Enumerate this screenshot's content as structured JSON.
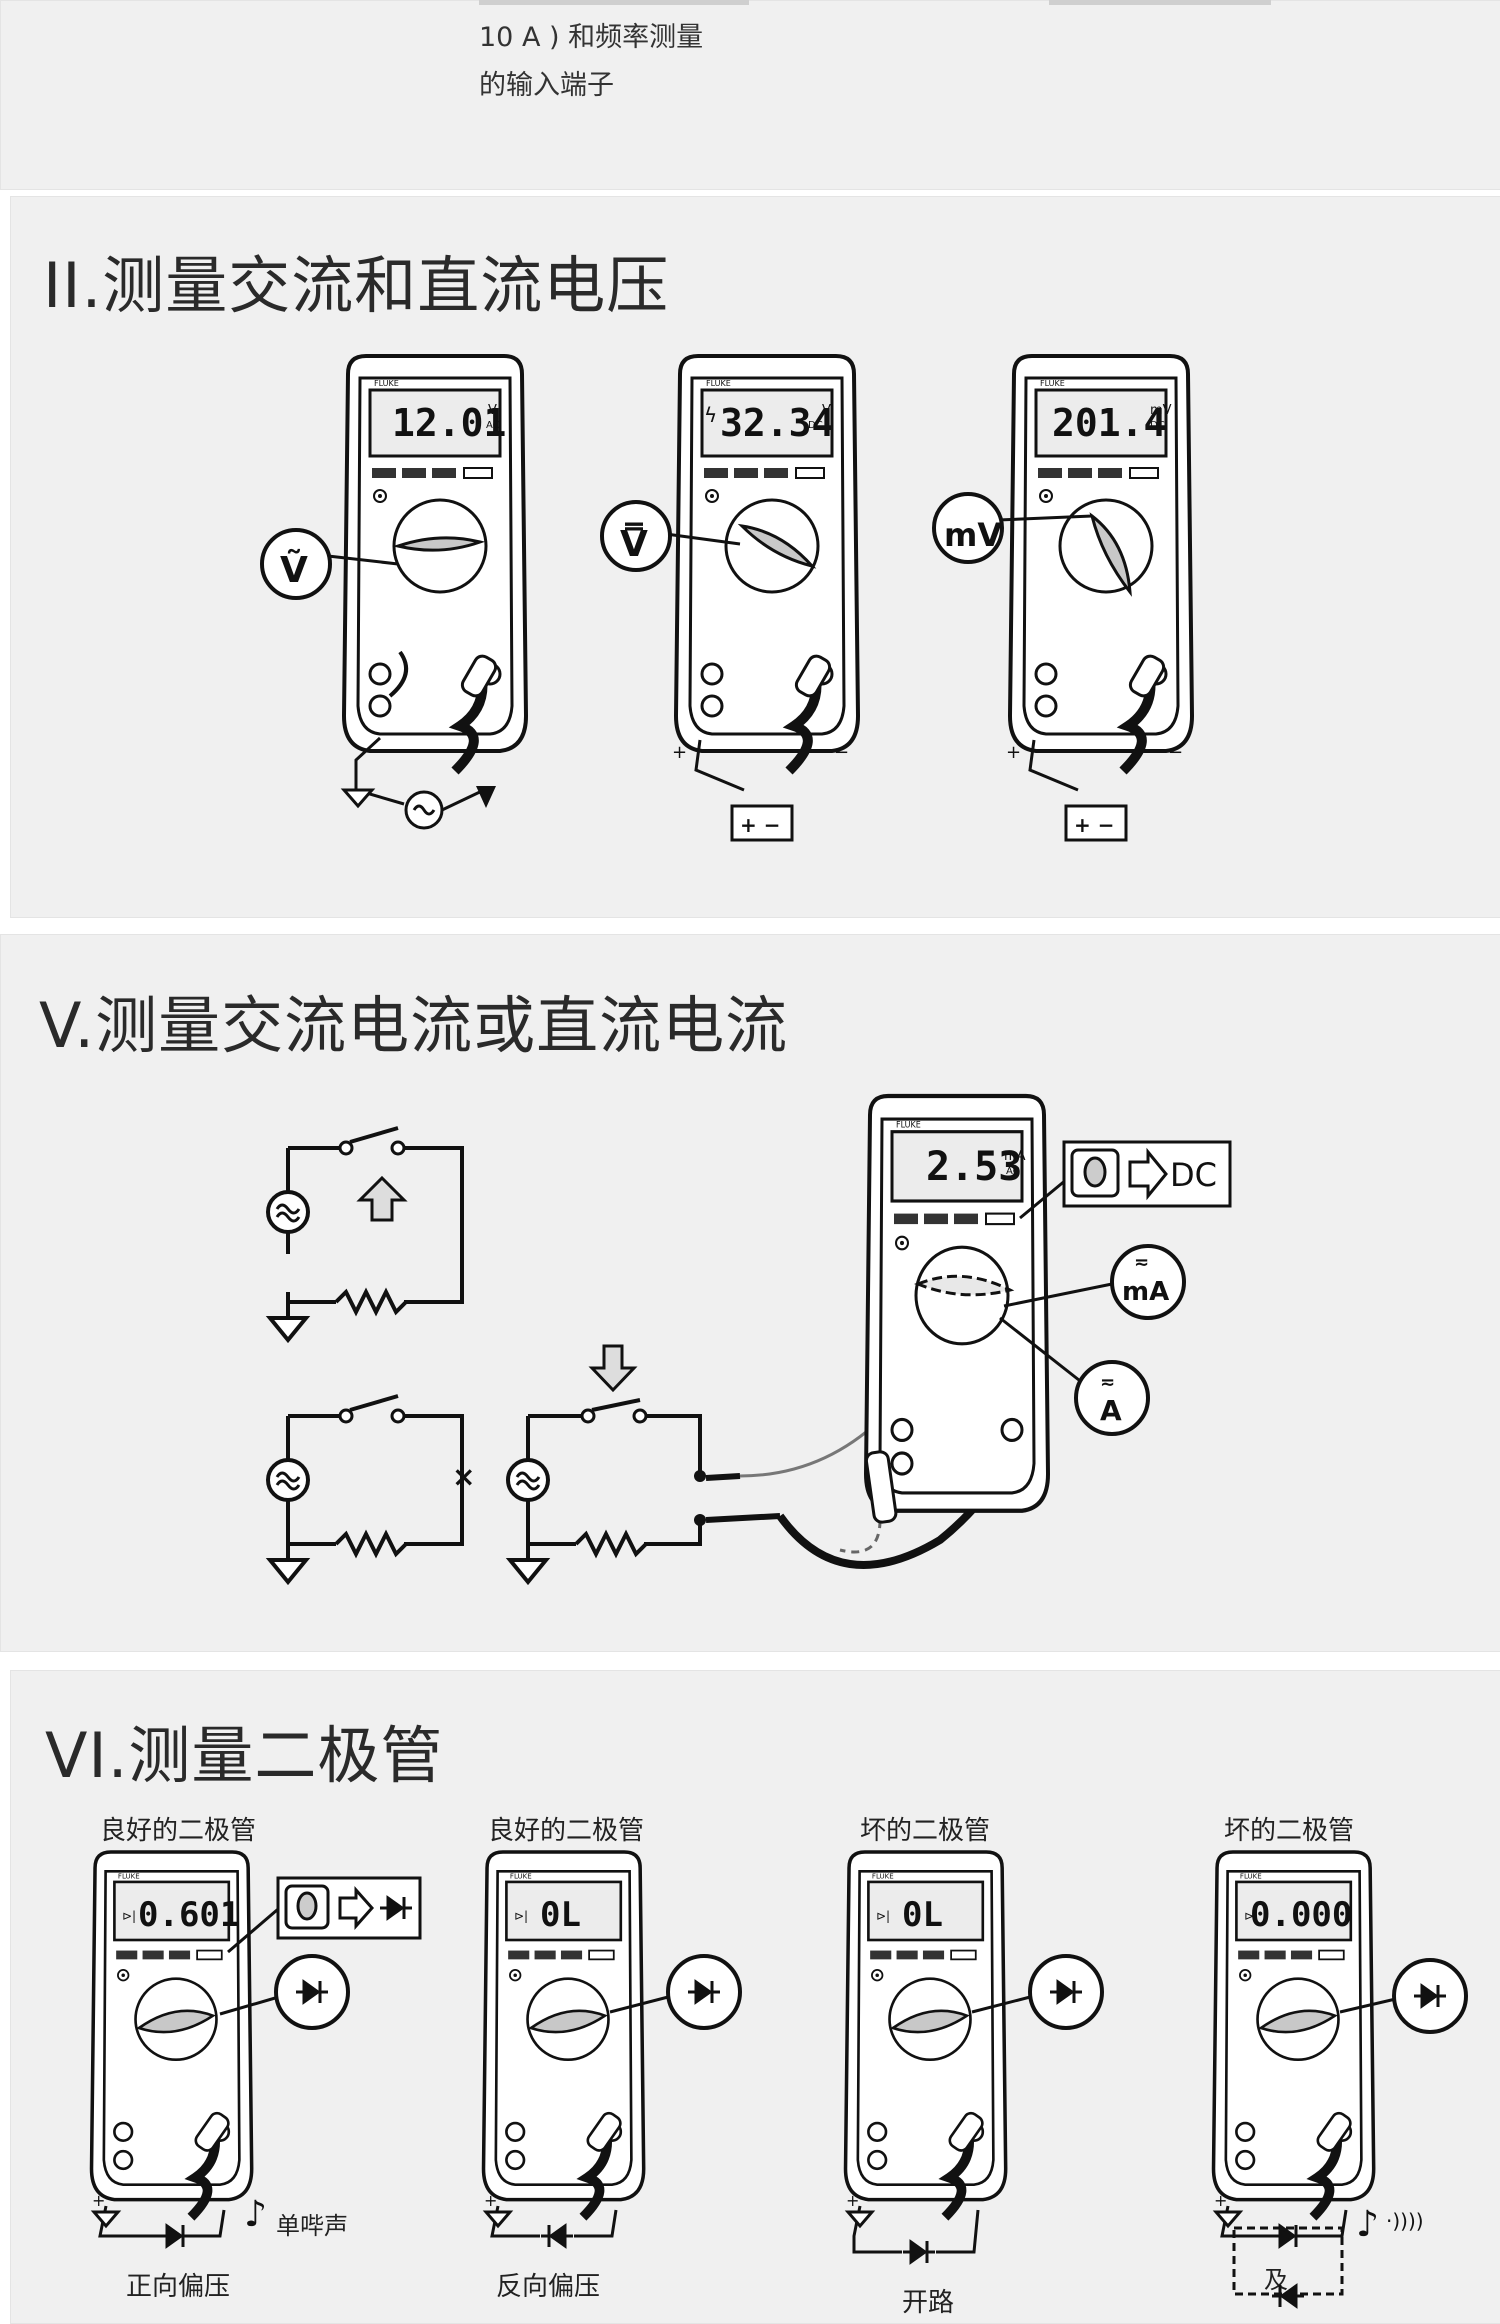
{
  "top": {
    "terminal_desc_line1": "10 A ) 和频率测量",
    "terminal_desc_line2": "的输入端子"
  },
  "section_voltage": {
    "title": "II.测量交流和直流电压",
    "meters": [
      {
        "reading": "12.01",
        "unit_top": "V",
        "unit_bottom": "AC",
        "dial_symbol": "Ṽ"
      },
      {
        "reading": "32.34",
        "unit_top": "V",
        "unit_bottom": "DC",
        "dial_symbol": "V̿"
      },
      {
        "reading": "201.4",
        "unit_top": "mV",
        "unit_bottom": "DC",
        "dial_symbol": "mV"
      }
    ]
  },
  "section_current": {
    "title": "V.测量交流电流或直流电流",
    "meter": {
      "reading": "2.53",
      "unit_top": "mA",
      "unit_bottom": "AC"
    },
    "callout_dc": "DC",
    "callout_ma": "mA",
    "callout_a": "A"
  },
  "section_diode": {
    "title": "VI.测量二极管",
    "panels": [
      {
        "label": "良好的二极管",
        "reading": "0.601",
        "bottom_caption": "正向偏压",
        "sound_caption": "单哔声"
      },
      {
        "label": "良好的二极管",
        "reading": "0L",
        "bottom_caption": "反向偏压",
        "sound_caption": ""
      },
      {
        "label": "坏的二极管",
        "reading": "0L",
        "bottom_caption": "开路",
        "sound_caption": ""
      },
      {
        "label": "坏的二极管",
        "reading": "0.000",
        "bottom_caption": "及",
        "sound_caption": ""
      }
    ]
  }
}
